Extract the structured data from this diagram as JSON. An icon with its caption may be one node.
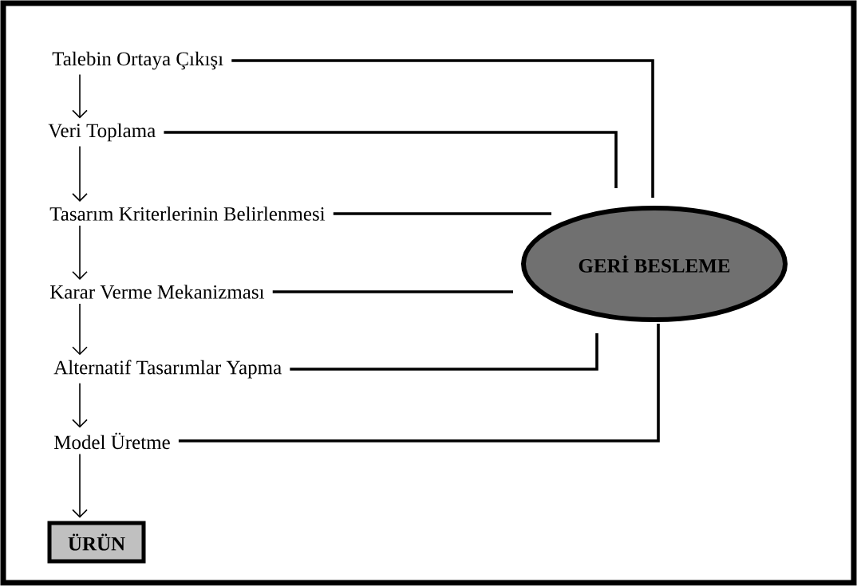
{
  "diagram": {
    "nodes": [
      {
        "text": [
          "Talebin Ortaya Çıkışı"
        ]
      },
      {
        "text": [
          "Veri Toplama"
        ]
      },
      {
        "text": [
          "Tasarım Kriterlerinin Belirlenmesi"
        ]
      },
      {
        "text": [
          "Karar Verme Mekanizması"
        ]
      },
      {
        "text": [
          "Alternatif Tasarımlar Yapma"
        ]
      },
      {
        "text": [
          "Model Üretme"
        ]
      },
      {
        "text": [
          "ÜRÜN"
        ]
      },
      {
        "text": [
          "GERİ BESLEME"
        ]
      }
    ],
    "edges": [
      {
        "from": 0,
        "to": 1,
        "arrow": "to"
      },
      {
        "from": 1,
        "to": 2,
        "arrow": "to"
      },
      {
        "from": 2,
        "to": 3,
        "arrow": "to"
      },
      {
        "from": 3,
        "to": 4,
        "arrow": "to"
      },
      {
        "from": 4,
        "to": 5,
        "arrow": "to"
      },
      {
        "from": 5,
        "to": 6,
        "arrow": "to"
      },
      {
        "from": 0,
        "to": 7,
        "arrow": "none",
        "style": "thick"
      },
      {
        "from": 1,
        "to": 7,
        "arrow": "none",
        "style": "thick"
      },
      {
        "from": 2,
        "to": 7,
        "arrow": "none",
        "style": "thick"
      },
      {
        "from": 3,
        "to": 7,
        "arrow": "none",
        "style": "thick"
      },
      {
        "from": 4,
        "to": 7,
        "arrow": "none",
        "style": "thick"
      },
      {
        "from": 5,
        "to": 7,
        "arrow": "none",
        "style": "thick"
      }
    ]
  }
}
